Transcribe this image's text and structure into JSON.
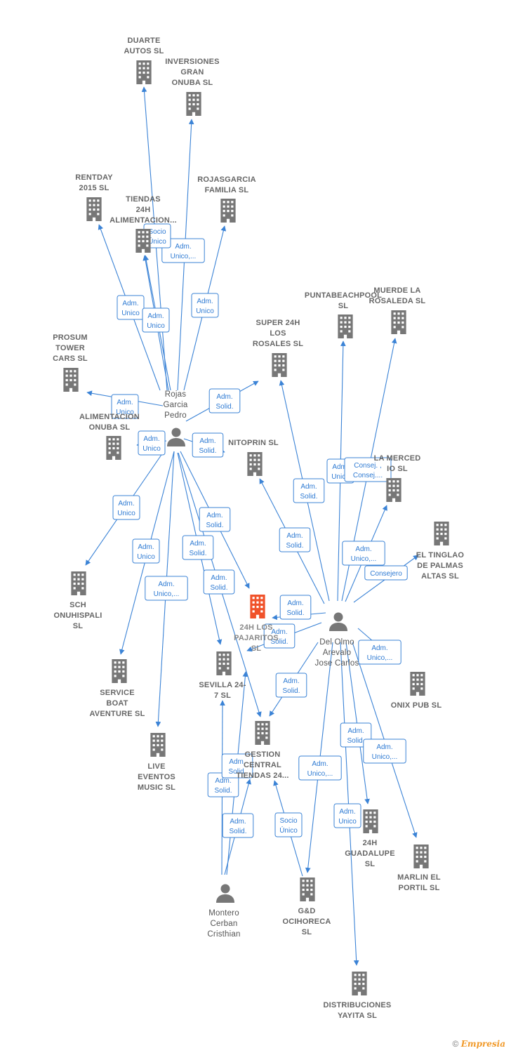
{
  "companies": [
    {
      "id": "duarte",
      "label": [
        "DUARTE",
        "AUTOS  SL"
      ]
    },
    {
      "id": "inversiones",
      "label": [
        "INVERSIONES",
        "GRAN",
        "ONUBA  SL"
      ]
    },
    {
      "id": "rentday",
      "label": [
        "RENTDAY",
        "2015  SL"
      ]
    },
    {
      "id": "tiendas",
      "label": [
        "TIENDAS",
        "24H",
        "ALIMENTACION..."
      ]
    },
    {
      "id": "rojasgarcia",
      "label": [
        "ROJASGARCIA",
        "FAMILIA  SL"
      ]
    },
    {
      "id": "prosum",
      "label": [
        "PROSUM",
        "TOWER",
        "CARS  SL"
      ]
    },
    {
      "id": "alimentacion",
      "label": [
        "ALIMENTACION",
        "ONUBA  SL"
      ]
    },
    {
      "id": "super24",
      "label": [
        "SUPER 24H",
        "LOS",
        "ROSALES  SL"
      ]
    },
    {
      "id": "puntabeach",
      "label": [
        "PUNTABEACHPOOL",
        "SL"
      ]
    },
    {
      "id": "muerde",
      "label": [
        "MUERDE LA",
        "ROSALEDA  SL"
      ]
    },
    {
      "id": "nitoprin",
      "label": [
        "NITOPRIN  SL"
      ]
    },
    {
      "id": "lamerced",
      "label": [
        "LA MERCED",
        "IO  SL"
      ]
    },
    {
      "id": "tinglao",
      "label": [
        "EL TINGLAO",
        "DE PALMAS",
        "ALTAS  SL"
      ]
    },
    {
      "id": "sch",
      "label": [
        "SCH",
        "ONUHISPALI",
        "SL"
      ]
    },
    {
      "id": "pajaritos",
      "label": [
        "24H LOS",
        "PAJARITOS",
        "SL"
      ],
      "focus": true
    },
    {
      "id": "onixpub",
      "label": [
        "ONIX PUB  SL"
      ]
    },
    {
      "id": "serviceboat",
      "label": [
        "SERVICE",
        "BOAT",
        "AVENTURE  SL"
      ]
    },
    {
      "id": "sevilla247",
      "label": [
        "SEVILLA 24-",
        "7  SL"
      ]
    },
    {
      "id": "gestion",
      "label": [
        "GESTION",
        "CENTRAL",
        "TIENDAS 24..."
      ]
    },
    {
      "id": "live",
      "label": [
        "LIVE",
        "EVENTOS",
        "MUSIC  SL"
      ]
    },
    {
      "id": "guadalupe",
      "label": [
        "24H",
        "GUADALUPE",
        "SL"
      ]
    },
    {
      "id": "marlin",
      "label": [
        "MARLIN EL",
        "PORTIL  SL"
      ]
    },
    {
      "id": "gdoci",
      "label": [
        "G&D",
        "OCIHORECA",
        "SL"
      ]
    },
    {
      "id": "distribuciones",
      "label": [
        "DISTRIBUCIONES",
        "YAYITA  SL"
      ]
    }
  ],
  "persons": [
    {
      "id": "rojas",
      "label": [
        "Rojas",
        "Garcia",
        "Pedro"
      ]
    },
    {
      "id": "delolmo",
      "label": [
        "Del Olmo",
        "Arevalo",
        "Jose Carlos"
      ]
    },
    {
      "id": "montero",
      "label": [
        "Montero",
        "Cerban",
        "Cristhian"
      ]
    }
  ],
  "edges": [
    {
      "from": "rojas",
      "to": "duarte"
    },
    {
      "from": "rojas",
      "to": "inversiones",
      "role": [
        "Adm.",
        "Unico,..."
      ]
    },
    {
      "from": "rojas",
      "to": "rentday",
      "role": [
        "Adm.",
        "Unico"
      ]
    },
    {
      "from": "rojas",
      "to": "tiendas",
      "role": [
        "Socio",
        "Único"
      ]
    },
    {
      "from": "rojas",
      "to": "tiendas",
      "role": [
        "Adm.",
        "Unico"
      ]
    },
    {
      "from": "rojas",
      "to": "rojasgarcia",
      "role": [
        "Adm.",
        "Unico"
      ]
    },
    {
      "from": "rojas",
      "to": "prosum",
      "role": [
        "Adm.",
        "Unico"
      ]
    },
    {
      "from": "rojas",
      "to": "super24",
      "role": [
        "Adm.",
        "Solid."
      ]
    },
    {
      "from": "rojas",
      "to": "nitoprin",
      "role": [
        "Adm.",
        "Solid."
      ]
    },
    {
      "from": "rojas",
      "to": "alimentacion",
      "role": [
        "Adm.",
        "Unico"
      ]
    },
    {
      "from": "rojas",
      "to": "sch",
      "role": [
        "Adm.",
        "Unico"
      ]
    },
    {
      "from": "rojas",
      "to": "serviceboat",
      "role": [
        "Adm.",
        "Unico"
      ]
    },
    {
      "from": "rojas",
      "to": "live",
      "role": [
        "Adm.",
        "Unico,..."
      ]
    },
    {
      "from": "rojas",
      "to": "sevilla247",
      "role": [
        "Adm.",
        "Solid."
      ]
    },
    {
      "from": "rojas",
      "to": "pajaritos",
      "role": [
        "Adm.",
        "Solid."
      ]
    },
    {
      "from": "rojas",
      "to": "gestion",
      "role": [
        "Adm.",
        "Solid."
      ]
    },
    {
      "from": "delolmo",
      "to": "super24",
      "role": [
        "Adm.",
        "Solid."
      ]
    },
    {
      "from": "delolmo",
      "to": "puntabeach",
      "role": [
        "Adm.",
        "Unico"
      ]
    },
    {
      "from": "delolmo",
      "to": "muerde",
      "role": [
        "Consej. ,",
        "Consej...."
      ]
    },
    {
      "from": "delolmo",
      "to": "nitoprin",
      "role": [
        "Adm.",
        "Solid."
      ]
    },
    {
      "from": "delolmo",
      "to": "lamerced",
      "role": [
        "Adm.",
        "Unico,..."
      ]
    },
    {
      "from": "delolmo",
      "to": "tinglao",
      "role": [
        "Consejero"
      ]
    },
    {
      "from": "delolmo",
      "to": "pajaritos",
      "role": [
        "Adm.",
        "Solid."
      ]
    },
    {
      "from": "delolmo",
      "to": "pajaritos",
      "role": [
        "Adm.",
        "Solid."
      ]
    },
    {
      "from": "delolmo",
      "to": "onixpub",
      "role": [
        "Adm.",
        "Unico,..."
      ]
    },
    {
      "from": "delolmo",
      "to": "gestion",
      "role": [
        "Adm.",
        "Solid."
      ]
    },
    {
      "from": "delolmo",
      "to": "guadalupe",
      "role": [
        "Adm.",
        "Solid."
      ]
    },
    {
      "from": "delolmo",
      "to": "marlin",
      "role": [
        "Adm.",
        "Unico,..."
      ]
    },
    {
      "from": "delolmo",
      "to": "gdoci",
      "role": [
        "Adm.",
        "Unico,..."
      ]
    },
    {
      "from": "delolmo",
      "to": "distribuciones",
      "role": [
        "Adm.",
        "Unico"
      ]
    },
    {
      "from": "montero",
      "to": "sevilla247",
      "role": [
        "Adm.",
        "Solid."
      ]
    },
    {
      "from": "montero",
      "to": "gestion",
      "role": [
        "Adm.",
        "Solid."
      ]
    },
    {
      "from": "montero",
      "to": "pajaritos",
      "role": [
        "Adm.",
        "Solid."
      ]
    },
    {
      "from": "montero",
      "to": "gestion",
      "role": [
        "Socio",
        "Único"
      ]
    }
  ],
  "footer": {
    "copyright": "©",
    "brand": "Empresia"
  },
  "colors": {
    "edge": "#3b83d6",
    "building": "#777777",
    "focus_building": "#f0522a",
    "person": "#777777"
  }
}
